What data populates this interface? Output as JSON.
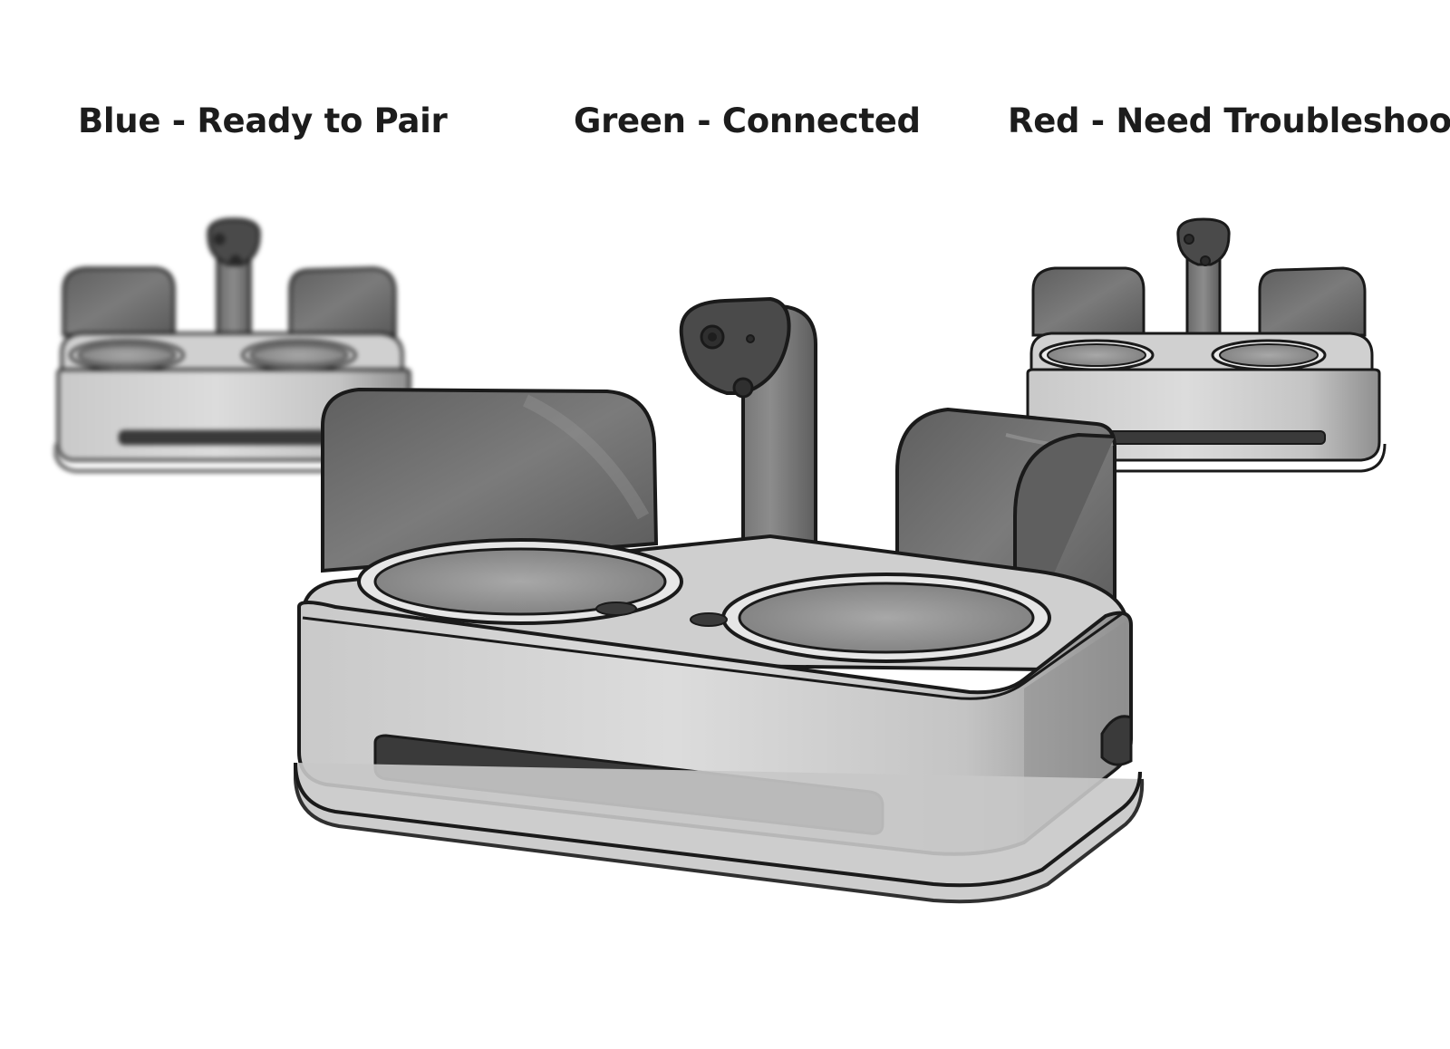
{
  "labels": {
    "blue": "Blue - Ready to Pair",
    "green": "Green - Connected",
    "red": "Red - Need Troubleshoot"
  },
  "colors": {
    "outline": "#1a1a1a",
    "body_light": "#d4d4d4",
    "body_mid": "#bdbdbd",
    "panel_dark": "#6e6e6e",
    "camera_dark": "#4a4a4a",
    "slot_dark": "#3a3a3a",
    "text": "#1c1c1c"
  },
  "feeders": [
    {
      "id": "blue",
      "icon": "pet-feeder-icon",
      "state": "blurred"
    },
    {
      "id": "green",
      "icon": "pet-feeder-icon",
      "state": "focused"
    },
    {
      "id": "red",
      "icon": "pet-feeder-icon",
      "state": "sharp"
    }
  ]
}
